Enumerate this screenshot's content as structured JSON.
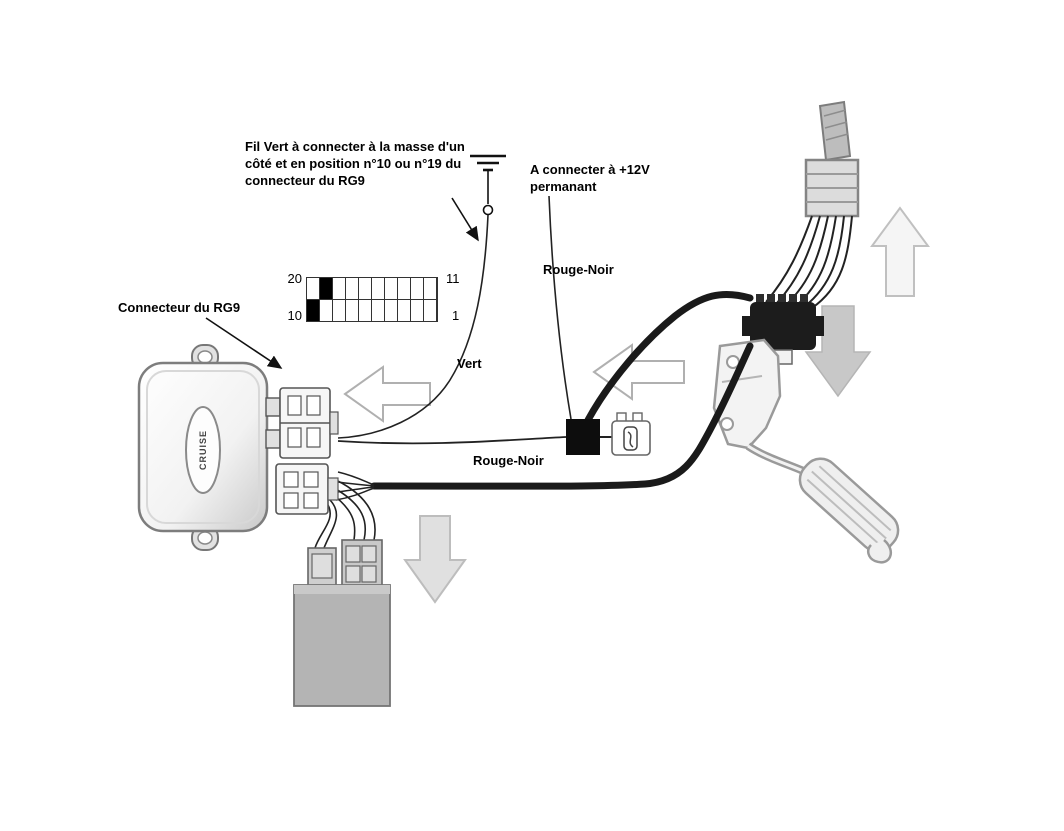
{
  "diagram": {
    "notes": {
      "ground_note": "Fil Vert à connecter à la masse d'un\ncôté et en position n°10 ou n°19 du\nconnecteur du RG9",
      "power_note": "A connecter à +12V\npermanant"
    },
    "labels": {
      "rouge_noir_top": "Rouge-Noir",
      "rouge_noir_mid": "Rouge-Noir",
      "vert": "Vert",
      "connecteur_rg9": "Connecteur du RG9"
    },
    "module": {
      "logo_text": "CRUISE"
    },
    "pin_grid": {
      "rows": 2,
      "cols": 10,
      "corner_labels": {
        "top_left": "20",
        "top_right": "11",
        "bottom_left": "10",
        "bottom_right": "1"
      },
      "filled_cells": [
        [
          0,
          1
        ],
        [
          1,
          0
        ]
      ]
    },
    "colors": {
      "wire": "#1a1a1a",
      "component_gray": "#9a9a9a",
      "arrow_fill": "#c8c8c8"
    }
  }
}
